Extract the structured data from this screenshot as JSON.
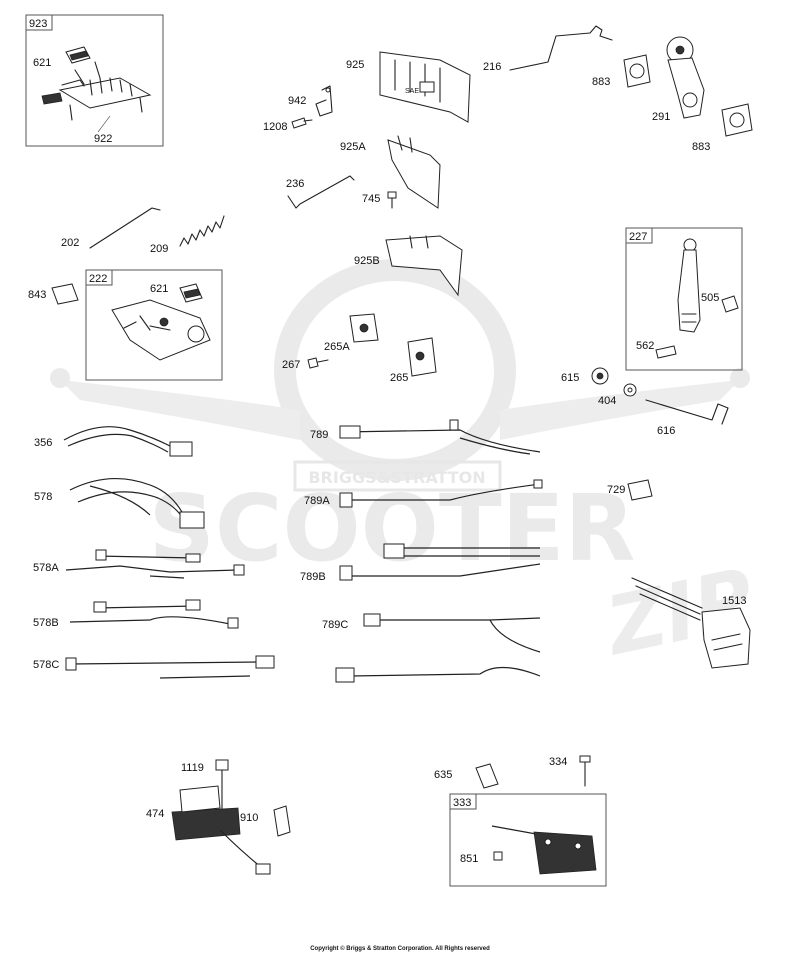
{
  "diagram": {
    "watermark": {
      "main": "SCOOTER",
      "script": "ZIP",
      "badge": "BRIGGS&STRATTON",
      "color": "#d9d9d9"
    },
    "labels": {
      "l923": "923",
      "l621a": "621",
      "l922": "922",
      "l925": "925",
      "l942": "942",
      "l1208": "1208",
      "l925a": "925A",
      "l236": "236",
      "l745": "745",
      "l925b": "925B",
      "l216": "216",
      "l883a": "883",
      "l291": "291",
      "l883b": "883",
      "l202": "202",
      "l209": "209",
      "l843": "843",
      "l222": "222",
      "l621b": "621",
      "l267": "267",
      "l265a": "265A",
      "l265": "265",
      "l227": "227",
      "l505": "505",
      "l562": "562",
      "l615": "615",
      "l404": "404",
      "l616": "616",
      "l356": "356",
      "l789": "789",
      "l578": "578",
      "l789a": "789A",
      "l729": "729",
      "l578a": "578A",
      "l789b": "789B",
      "l1513": "1513",
      "l578b": "578B",
      "l789c": "789C",
      "l578c": "578C",
      "l1119": "1119",
      "l474": "474",
      "l910": "910",
      "l635": "635",
      "l334": "334",
      "l333": "333",
      "l851": "851"
    },
    "stamp": "SAE",
    "copyright": "Copyright © Briggs & Stratton Corporation. All Rights reserved"
  }
}
